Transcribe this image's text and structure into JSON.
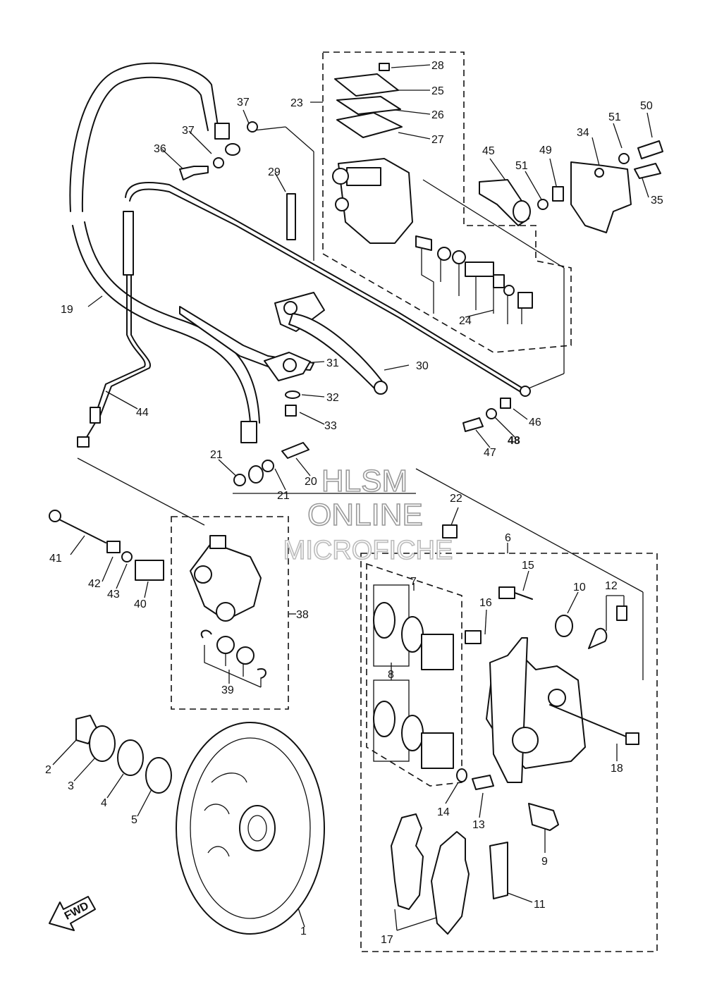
{
  "callouts": [
    "1",
    "2",
    "3",
    "4",
    "5",
    "6",
    "7",
    "8",
    "9",
    "10",
    "11",
    "12",
    "13",
    "14",
    "15",
    "16",
    "17",
    "18",
    "19",
    "20",
    "21",
    "21",
    "22",
    "23",
    "24",
    "25",
    "26",
    "27",
    "28",
    "29",
    "30",
    "31",
    "32",
    "33",
    "34",
    "35",
    "36",
    "37",
    "37",
    "38",
    "39",
    "40",
    "41",
    "42",
    "43",
    "44",
    "45",
    "46",
    "47",
    "48",
    "49",
    "50",
    "51",
    "51"
  ],
  "fwd_label": "FWD",
  "watermark": {
    "line1": "HLSM",
    "line2": "ONLINE",
    "line3": "MICROFICHE"
  },
  "colors": {
    "ink": "#111111",
    "paper": "#ffffff",
    "watermark_outline": "#999999"
  }
}
